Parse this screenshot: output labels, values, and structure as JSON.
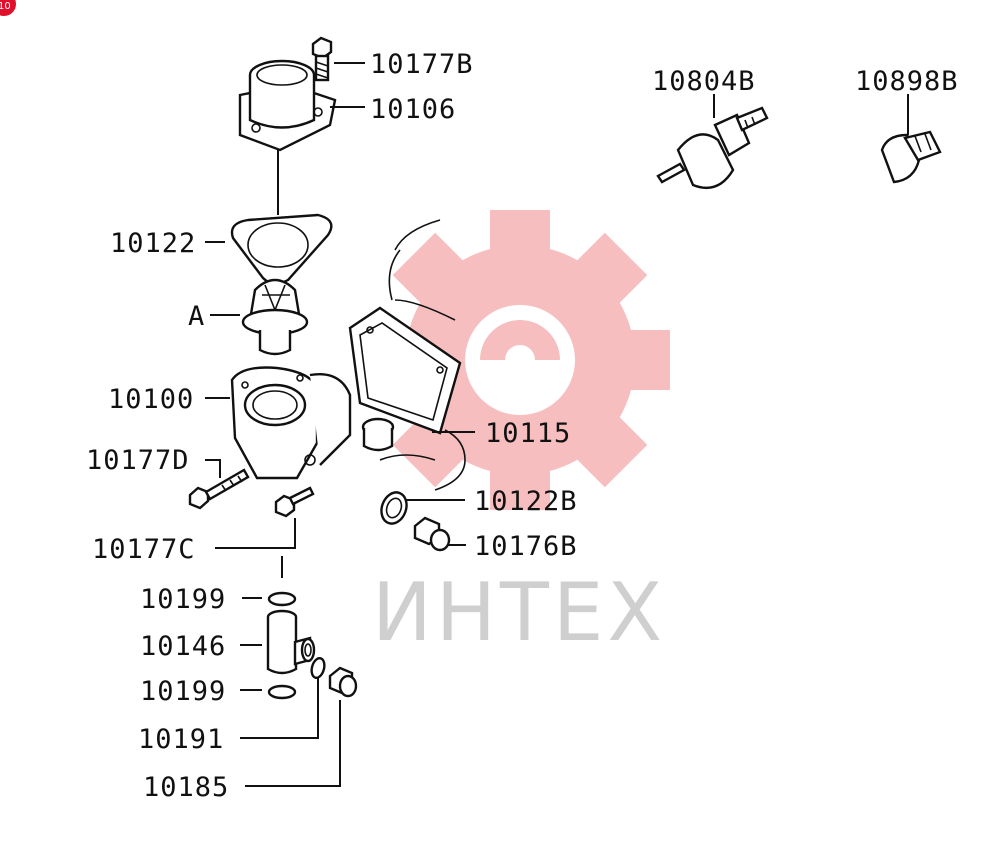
{
  "watermark": {
    "text": "ИНТЕХ",
    "gear_color": "#f08a8a",
    "text_color": "#cfcfcf"
  },
  "corner_badge": {
    "text": "10",
    "color": "#e0102c"
  },
  "labels": {
    "p10177B": "10177B",
    "p10106": "10106",
    "p10804B": "10804B",
    "p10898B": "10898B",
    "p10122": "10122",
    "pA": "A",
    "p10100": "10100",
    "p10115": "10115",
    "p10177D": "10177D",
    "p10122B": "10122B",
    "p10176B": "10176B",
    "p10177C": "10177C",
    "p10199a": "10199",
    "p10146": "10146",
    "p10199b": "10199",
    "p10191": "10191",
    "p10185": "10185"
  }
}
